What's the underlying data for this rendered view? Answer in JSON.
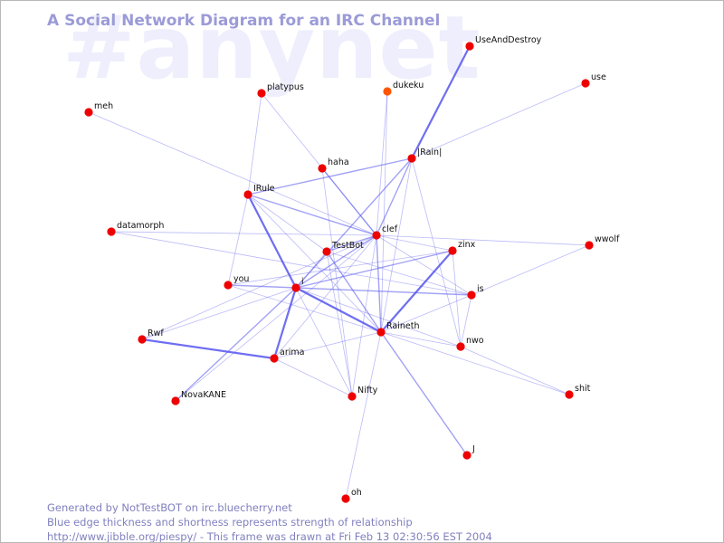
{
  "watermark": "#anynet",
  "title": "A Social Network Diagram for an IRC Channel",
  "footer": {
    "line1": "Generated by NotTestBOT on irc.bluecherry.net",
    "line2": "Blue edge thickness and shortness represents strength of relationship",
    "line3": "http://www.jibble.org/piespy/ - This frame was drawn at Fri Feb 13 02:30:56 EST 2004"
  },
  "colors": {
    "node": "#ee0000",
    "node_highlight": "#ff5500",
    "edge": "#5555ee",
    "watermark": "#eeeefd",
    "title": "#9b9bd8",
    "footer": "#8080c0"
  },
  "nodes": [
    {
      "id": "UseAndDestroy",
      "label": "UseAndDestroy"
    },
    {
      "id": "use",
      "label": "use"
    },
    {
      "id": "platypus",
      "label": "platypus"
    },
    {
      "id": "dukeku",
      "label": "dukeku",
      "highlight": true
    },
    {
      "id": "meh",
      "label": "meh"
    },
    {
      "id": "Rain",
      "label": "|Rain|"
    },
    {
      "id": "haha",
      "label": "haha"
    },
    {
      "id": "IRule",
      "label": "IRule"
    },
    {
      "id": "datamorph",
      "label": "datamorph"
    },
    {
      "id": "clef",
      "label": "clef"
    },
    {
      "id": "wwolf",
      "label": "wwolf"
    },
    {
      "id": "zinx",
      "label": "zinx"
    },
    {
      "id": "TestBot",
      "label": "TestBot"
    },
    {
      "id": "you",
      "label": "you"
    },
    {
      "id": "i",
      "label": "i"
    },
    {
      "id": "is",
      "label": "is"
    },
    {
      "id": "Rwf",
      "label": "Rwf"
    },
    {
      "id": "Raineth",
      "label": "Raineth"
    },
    {
      "id": "nwo",
      "label": "nwo"
    },
    {
      "id": "arima",
      "label": "arima"
    },
    {
      "id": "NovaKANE",
      "label": "NovaKANE"
    },
    {
      "id": "Nifty",
      "label": "Nifty"
    },
    {
      "id": "shit",
      "label": "shit"
    },
    {
      "id": "J",
      "label": "J"
    },
    {
      "id": "oh",
      "label": "oh"
    }
  ],
  "edges": [
    {
      "from": "UseAndDestroy",
      "to": "Rain",
      "weight": 3
    },
    {
      "from": "use",
      "to": "Rain",
      "weight": 1
    },
    {
      "from": "platypus",
      "to": "IRule",
      "weight": 1
    },
    {
      "from": "platypus",
      "to": "clef",
      "weight": 1
    },
    {
      "from": "dukeku",
      "to": "clef",
      "weight": 1
    },
    {
      "from": "dukeku",
      "to": "Raineth",
      "weight": 1
    },
    {
      "from": "meh",
      "to": "clef",
      "weight": 1
    },
    {
      "from": "Rain",
      "to": "IRule",
      "weight": 2
    },
    {
      "from": "Rain",
      "to": "clef",
      "weight": 2
    },
    {
      "from": "Rain",
      "to": "i",
      "weight": 2
    },
    {
      "from": "Rain",
      "to": "Raineth",
      "weight": 1
    },
    {
      "from": "Rain",
      "to": "nwo",
      "weight": 1
    },
    {
      "from": "haha",
      "to": "clef",
      "weight": 2
    },
    {
      "from": "haha",
      "to": "Nifty",
      "weight": 1
    },
    {
      "from": "IRule",
      "to": "clef",
      "weight": 2
    },
    {
      "from": "IRule",
      "to": "TestBot",
      "weight": 1
    },
    {
      "from": "IRule",
      "to": "i",
      "weight": 3
    },
    {
      "from": "IRule",
      "to": "you",
      "weight": 1
    },
    {
      "from": "IRule",
      "to": "Raineth",
      "weight": 1
    },
    {
      "from": "datamorph",
      "to": "clef",
      "weight": 1
    },
    {
      "from": "datamorph",
      "to": "is",
      "weight": 1
    },
    {
      "from": "clef",
      "to": "i",
      "weight": 2
    },
    {
      "from": "clef",
      "to": "TestBot",
      "weight": 2
    },
    {
      "from": "clef",
      "to": "wwolf",
      "weight": 1
    },
    {
      "from": "clef",
      "to": "zinx",
      "weight": 1
    },
    {
      "from": "clef",
      "to": "is",
      "weight": 1
    },
    {
      "from": "clef",
      "to": "Raineth",
      "weight": 2
    },
    {
      "from": "clef",
      "to": "arima",
      "weight": 1
    },
    {
      "from": "clef",
      "to": "Nifty",
      "weight": 1
    },
    {
      "from": "clef",
      "to": "NovaKANE",
      "weight": 1
    },
    {
      "from": "zinx",
      "to": "Raineth",
      "weight": 3
    },
    {
      "from": "zinx",
      "to": "i",
      "weight": 2
    },
    {
      "from": "zinx",
      "to": "you",
      "weight": 1
    },
    {
      "from": "zinx",
      "to": "nwo",
      "weight": 1
    },
    {
      "from": "wwolf",
      "to": "is",
      "weight": 1
    },
    {
      "from": "TestBot",
      "to": "i",
      "weight": 1
    },
    {
      "from": "TestBot",
      "to": "Raineth",
      "weight": 2
    },
    {
      "from": "TestBot",
      "to": "is",
      "weight": 1
    },
    {
      "from": "TestBot",
      "to": "Nifty",
      "weight": 1
    },
    {
      "from": "you",
      "to": "i",
      "weight": 2
    },
    {
      "from": "you",
      "to": "Raineth",
      "weight": 1
    },
    {
      "from": "i",
      "to": "Raineth",
      "weight": 3
    },
    {
      "from": "i",
      "to": "arima",
      "weight": 3
    },
    {
      "from": "i",
      "to": "Rwf",
      "weight": 1
    },
    {
      "from": "i",
      "to": "NovaKANE",
      "weight": 2
    },
    {
      "from": "i",
      "to": "Nifty",
      "weight": 1
    },
    {
      "from": "i",
      "to": "nwo",
      "weight": 1
    },
    {
      "from": "i",
      "to": "is",
      "weight": 2
    },
    {
      "from": "Rwf",
      "to": "arima",
      "weight": 3
    },
    {
      "from": "Rwf",
      "to": "clef",
      "weight": 1
    },
    {
      "from": "Raineth",
      "to": "arima",
      "weight": 1
    },
    {
      "from": "Raineth",
      "to": "nwo",
      "weight": 1
    },
    {
      "from": "Raineth",
      "to": "J",
      "weight": 2
    },
    {
      "from": "Raineth",
      "to": "shit",
      "weight": 1
    },
    {
      "from": "Raineth",
      "to": "oh",
      "weight": 1
    },
    {
      "from": "Raineth",
      "to": "is",
      "weight": 1
    },
    {
      "from": "arima",
      "to": "Nifty",
      "weight": 1
    },
    {
      "from": "is",
      "to": "nwo",
      "weight": 1
    },
    {
      "from": "nwo",
      "to": "shit",
      "weight": 1
    }
  ]
}
